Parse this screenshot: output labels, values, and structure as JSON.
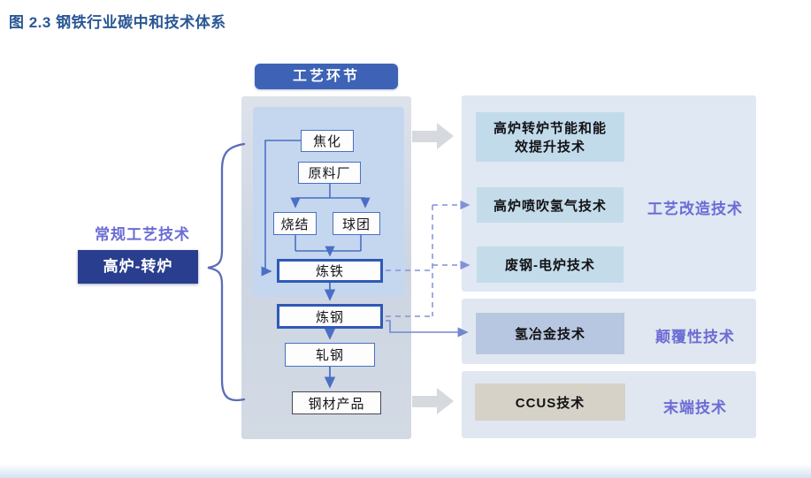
{
  "title": "图 2.3 钢铁行业碳中和技术体系",
  "diagram": {
    "header_label": "工艺环节",
    "left": {
      "category": "常规工艺技术",
      "route": "高炉-转炉"
    },
    "steps": [
      {
        "id": "coking",
        "label": "焦化"
      },
      {
        "id": "raw-material-plant",
        "label": "原料厂"
      },
      {
        "id": "sintering",
        "label": "烧结"
      },
      {
        "id": "pelletizing",
        "label": "球团"
      },
      {
        "id": "ironmaking",
        "label": "炼铁"
      },
      {
        "id": "steelmaking",
        "label": "炼钢"
      },
      {
        "id": "rolling",
        "label": "轧钢"
      },
      {
        "id": "steel-products",
        "label": "钢材产品"
      }
    ],
    "technologies": [
      {
        "label": "高炉转炉节能和能\n效提升技术",
        "category": "工艺改造技术",
        "link": "实线块箭头"
      },
      {
        "label": "高炉喷吹氢气技术",
        "category": "工艺改造技术",
        "link": "虚线"
      },
      {
        "label": "废钢-电炉技术",
        "category": "工艺改造技术",
        "link": "虚线"
      },
      {
        "label": "氢冶金技术",
        "category": "颠覆性技术",
        "link": "实线"
      },
      {
        "label": "CCUS技术",
        "category": "末端技术",
        "link": "实线块箭头"
      }
    ],
    "category_labels": [
      "工艺改造技术",
      "颠覆性技术",
      "末端技术"
    ]
  },
  "colors": {
    "title_blue": "#2a5794",
    "header_bg": "#3e63b6",
    "route_box_bg": "#2a3e8f",
    "category_purple": "#6b6cd4",
    "box_border_blue": "#4a6fc4",
    "thick_border_blue": "#2f59b5",
    "inner_panel": "#c5d7ee",
    "tech_box_blue": "#c4dcea",
    "hydrogen_box": "#b8c7e1",
    "ccus_box": "#d6d2c8",
    "dashed_line": "#8191d8"
  }
}
